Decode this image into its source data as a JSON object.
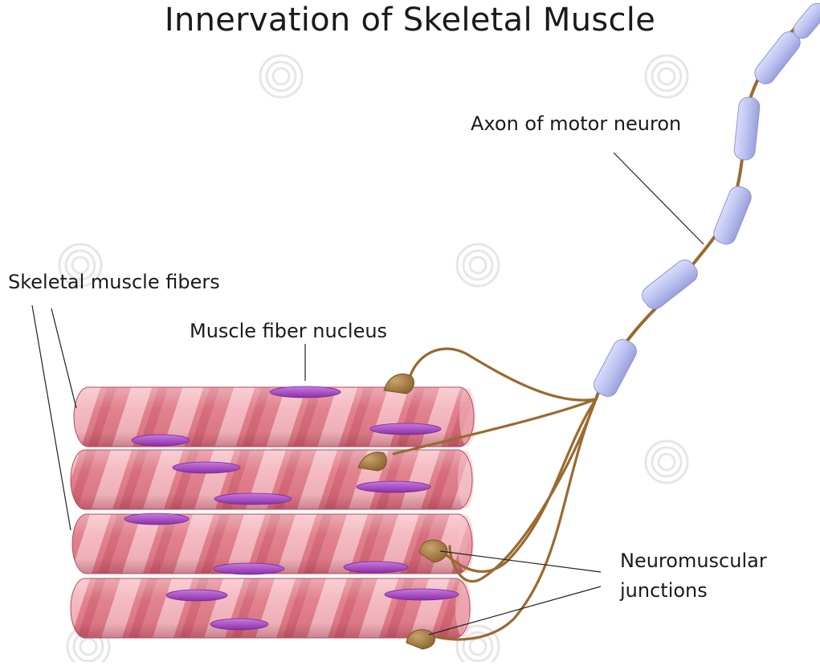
{
  "title": "Innervation of Skeletal Muscle",
  "labels": {
    "axon": "Axon of motor neuron",
    "fibers": "Skeletal muscle fibers",
    "nucleus": "Muscle fiber nucleus",
    "nmj_line1": "Neuromuscular",
    "nmj_line2": "junctions"
  },
  "colors": {
    "fiber_base": "#e58a95",
    "fiber_light": "#f6c3ca",
    "fiber_dark": "#c9566a",
    "nucleus": "#9b40b8",
    "myelin": "#b9bfee",
    "axon": "#9a6a30",
    "junction": "#a98048",
    "watermark": "#e6e6e6"
  }
}
